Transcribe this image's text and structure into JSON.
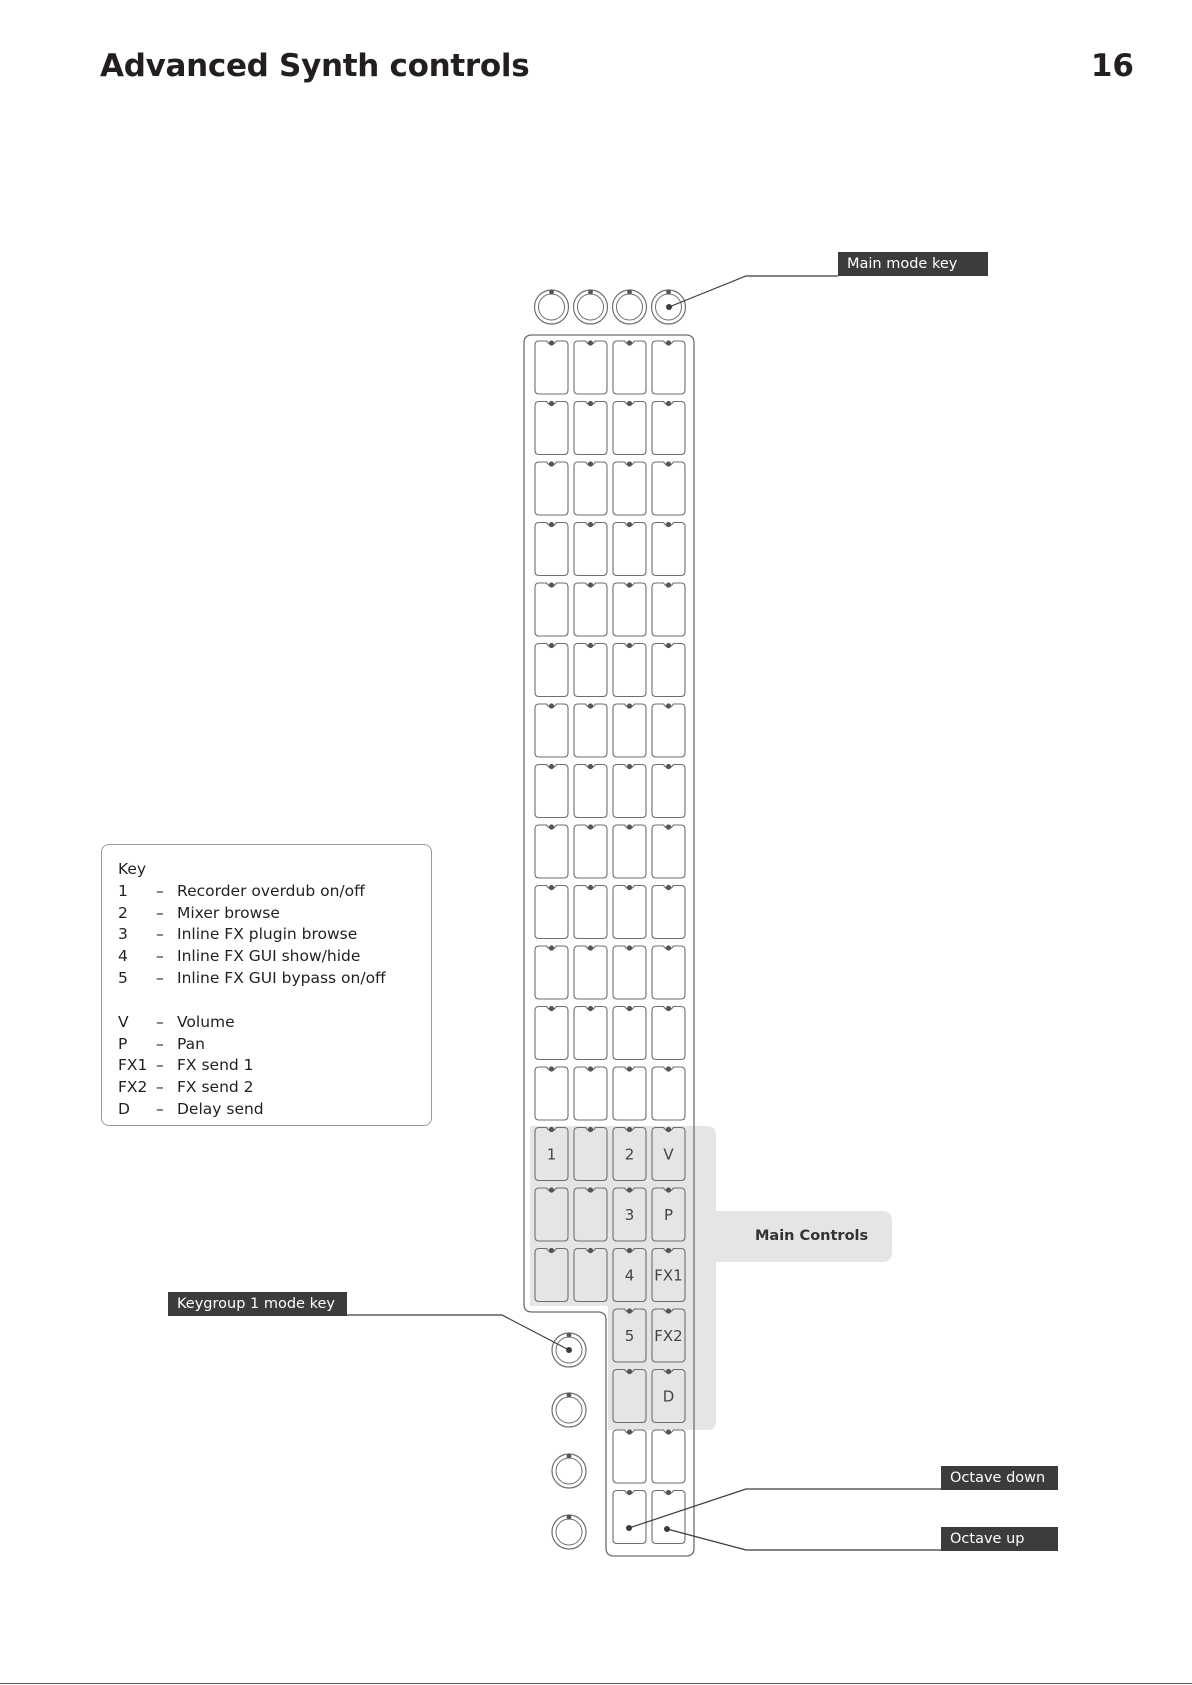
{
  "header": {
    "title": "Advanced Synth controls",
    "page_number": "16"
  },
  "legend": {
    "heading": "Key",
    "dash": "–",
    "groups": [
      [
        {
          "key": "1",
          "desc": "Recorder overdub on/off"
        },
        {
          "key": "2",
          "desc": "Mixer browse"
        },
        {
          "key": "3",
          "desc": "Inline FX plugin browse"
        },
        {
          "key": "4",
          "desc": "Inline FX GUI show/hide"
        },
        {
          "key": "5",
          "desc": "Inline FX GUI bypass on/off"
        }
      ],
      [
        {
          "key": "V",
          "desc": "Volume"
        },
        {
          "key": "P",
          "desc": "Pan"
        },
        {
          "key": "FX1",
          "desc": "FX send 1"
        },
        {
          "key": "FX2",
          "desc": "FX send 2"
        },
        {
          "key": "D",
          "desc": "Delay send"
        }
      ]
    ]
  },
  "callouts": {
    "main_mode_key": "Main mode key",
    "keygroup_1_mode_key": "Keygroup 1 mode key",
    "octave_down": "Octave down",
    "octave_up": "Octave up",
    "main_controls": "Main Controls"
  },
  "pad_labels": [
    {
      "row": 13,
      "col": 0,
      "text": "1"
    },
    {
      "row": 13,
      "col": 2,
      "text": "2"
    },
    {
      "row": 13,
      "col": 3,
      "text": "V"
    },
    {
      "row": 14,
      "col": 2,
      "text": "3"
    },
    {
      "row": 14,
      "col": 3,
      "text": "P"
    },
    {
      "row": 15,
      "col": 2,
      "text": "4"
    },
    {
      "row": 15,
      "col": 3,
      "text": "FX1"
    },
    {
      "row": 16,
      "col": 2,
      "text": "5"
    },
    {
      "row": 16,
      "col": 3,
      "text": "FX2"
    },
    {
      "row": 17,
      "col": 3,
      "text": "D"
    }
  ],
  "colors": {
    "highlight": "#e5e5e5",
    "outline": "#6e6e6e",
    "callout_bg": "#3c3c3c"
  }
}
